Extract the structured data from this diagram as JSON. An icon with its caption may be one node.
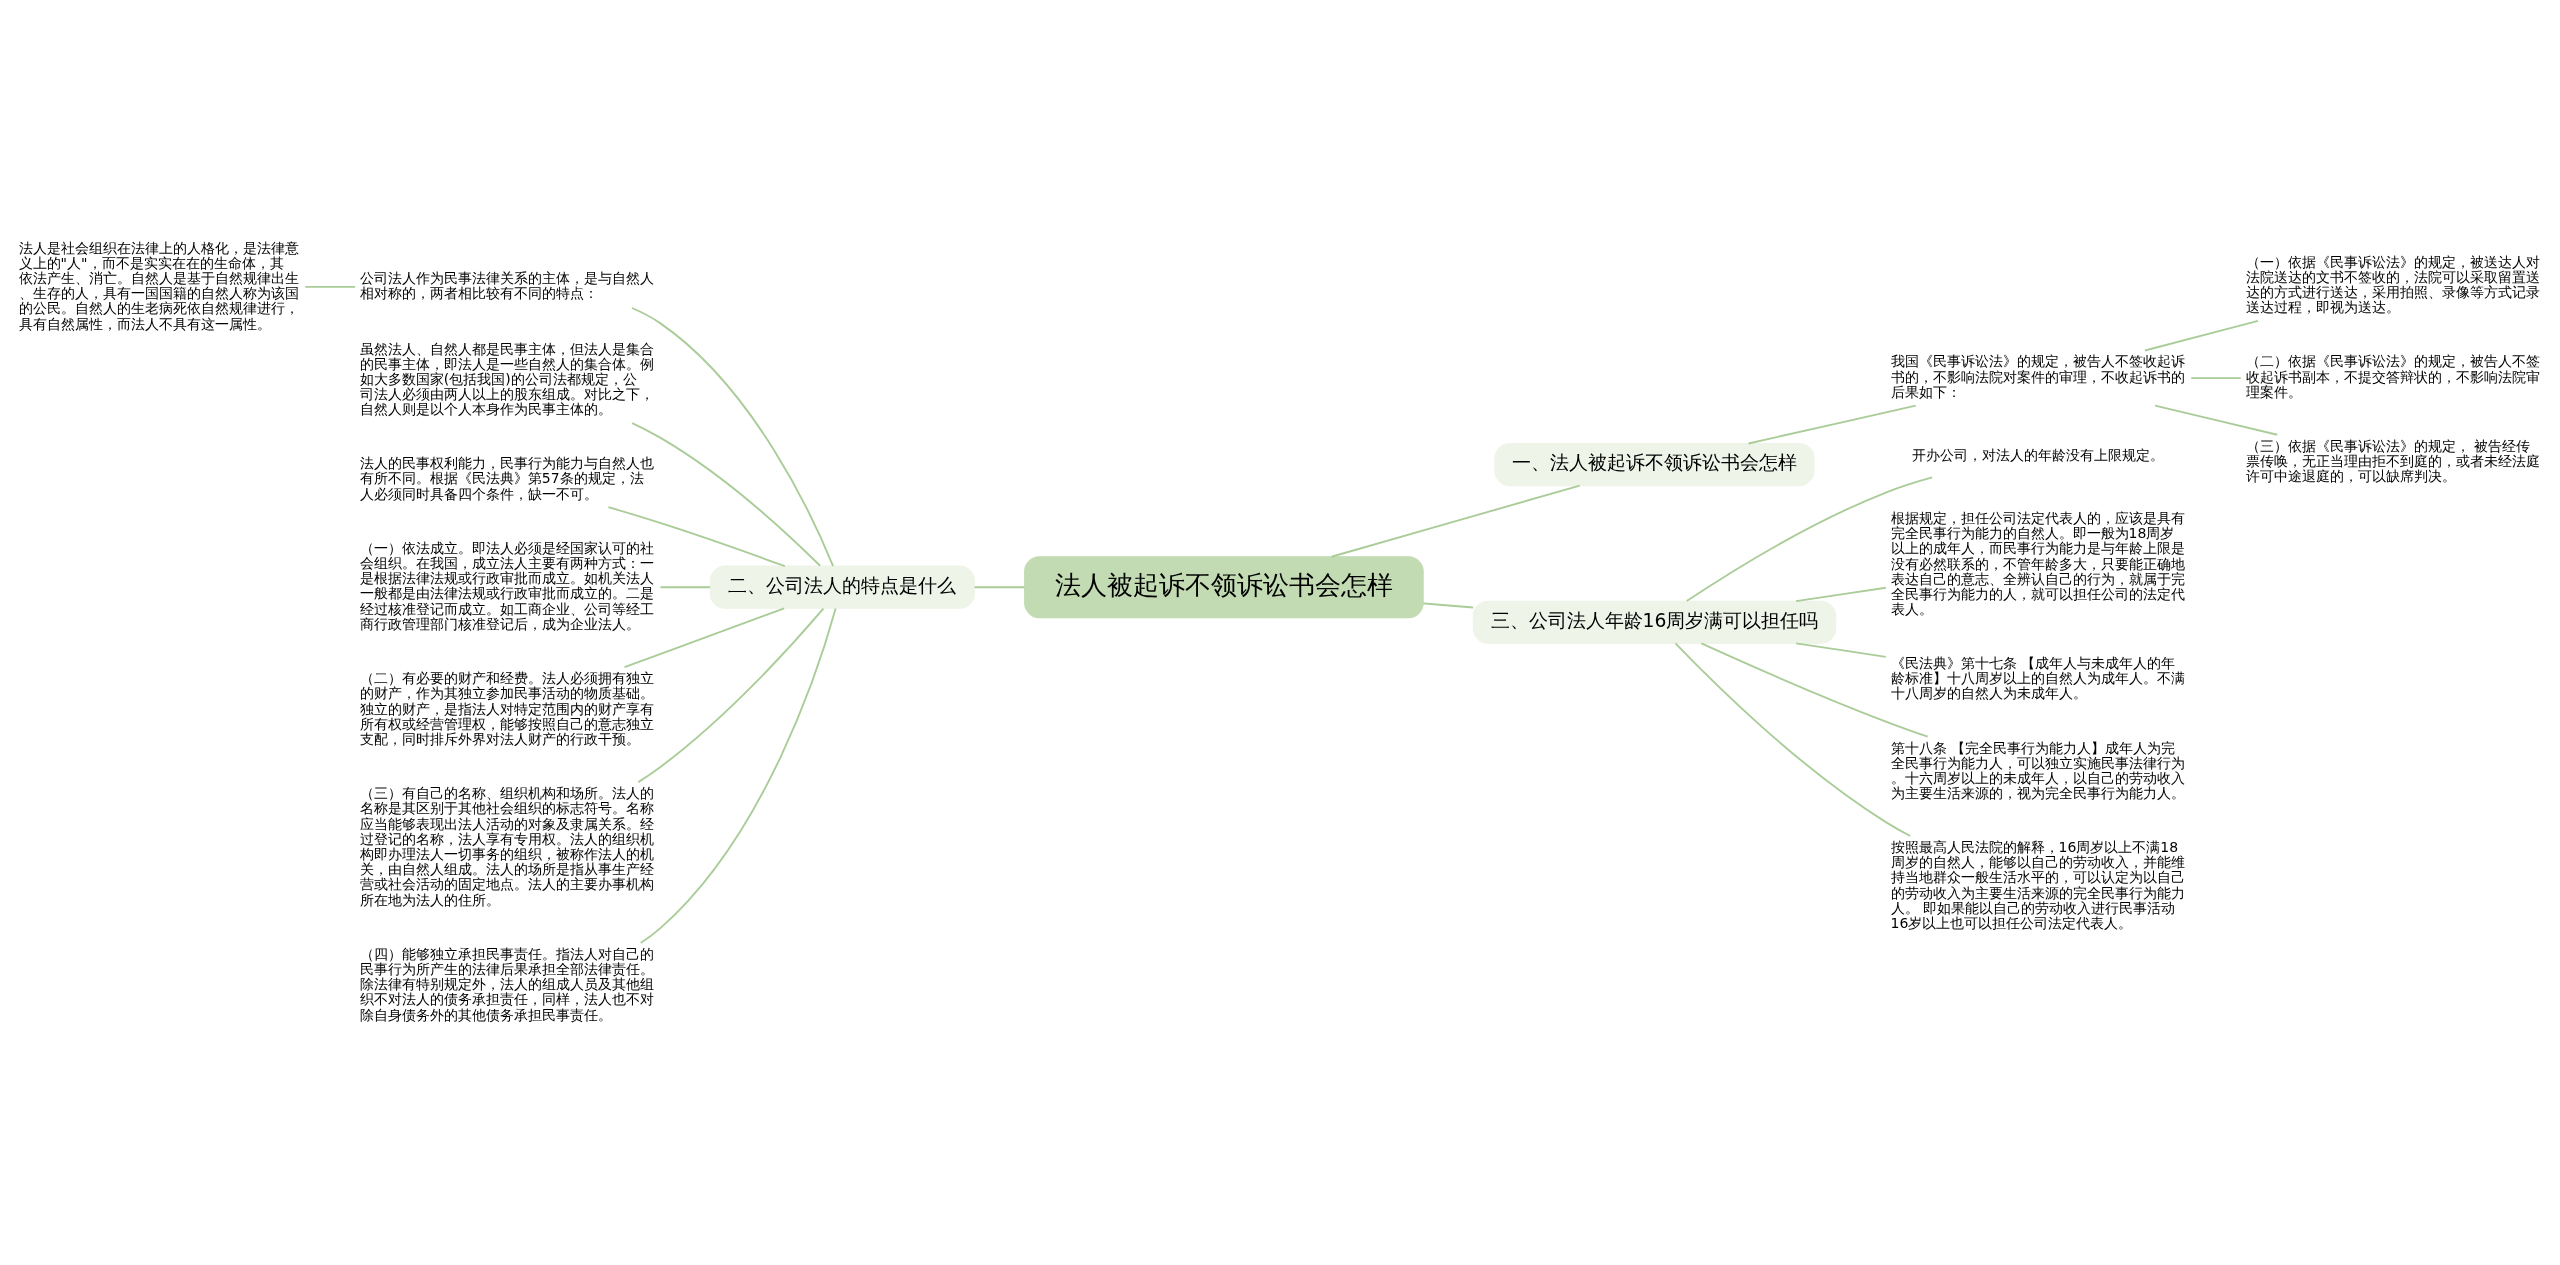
{
  "diagram": {
    "nodes": [
      {
        "text": [
          "法人被起诉不领诉讼书会怎样"
        ]
      },
      {
        "text": [
          "一、法人被起诉不领诉讼书会怎样"
        ]
      },
      {
        "text": [
          "我国《民事诉讼法》的规定，被告人不签收起诉书的，不影响法院对案件的审理，不收起诉书的后果如下："
        ]
      },
      {
        "text": [
          "（一）依据《民事诉讼法》的规定，被送达人对法院送达的文书不签收的，法院可以采取留置送达的方式进行送达，采用拍照、录像等方式记录送达过程，即视为送达。"
        ]
      },
      {
        "text": [
          "（二）依据《民事诉讼法》的规定，被告人不签收起诉书副本，不提交答辩状的，不影响法院审理案件。"
        ]
      },
      {
        "text": [
          "（三）依据《民事诉讼法》的规定， 被告经传票传唤，无正当理由拒不到庭的，或者未经法庭许可中途退庭的，可以缺席判决。"
        ]
      },
      {
        "text": [
          "二、公司法人的特点是什么"
        ]
      },
      {
        "text": [
          "公司法人作为民事法律关系的主体，是与自然人相对称的，两者相比较有不同的特点："
        ]
      },
      {
        "text": [
          "法人是社会组织在法律上的人格化，是法律意义上的\"人\"，而不是实实在在的生命体，其依法产生、消亡。自然人是基于自然规律出生、生存的人，具有一国国籍的自然人称为该国的公民。自然人的生老病死依自然规律进行，具有自然属性，而法人不具有这一属性。"
        ]
      },
      {
        "text": [
          "虽然法人、自然人都是民事主体，但法人是集合的民事主体，即法人是一些自然人的集合体。例如大多数国家(包括我国)的公司法都规定，公司法人必须由两人以上的股东组成。对比之下，自然人则是以个人本身作为民事主体的。"
        ]
      },
      {
        "text": [
          "法人的民事权利能力，民事行为能力与自然人也有所不同。根据《民法典》第57条的规定，法人必须同时具备四个条件，缺一不可。"
        ]
      },
      {
        "text": [
          "（一）依法成立。即法人必须是经国家认可的社会组织。在我国，成立法人主要有两种方式：一是根据法律法规或行政审批而成立。如机关法人一般都是由法律法规或行政审批而成立的。二是经过核准登记而成立。如工商企业、公司等经工商行政管理部门核准登记后，成为企业法人。"
        ]
      },
      {
        "text": [
          "（二）有必要的财产和经费。法人必须拥有独立的财产，作为其独立参加民事活动的物质基础。独立的财产，是指法人对特定范围内的财产享有所有权或经营管理权，能够按照自己的意志独立支配，同时排斥外界对法人财产的行政干预。"
        ]
      },
      {
        "text": [
          "（三）有自己的名称、组织机构和场所。法人的名称是其区别于其他社会组织的标志符号。名称应当能够表现出法人活动的对象及隶属关系。经过登记的名称，法人享有专用权。法人的组织机构即办理法人一切事务的组织，被称作法人的机关，由自然人组成。法人的场所是指从事生产经营或社会活动的固定地点。法人的主要办事机构所在地为法人的住所。"
        ]
      },
      {
        "text": [
          "（四）能够独立承担民事责任。指法人对自己的民事行为所产生的法律后果承担全部法律责任。除法律有特别规定外，法人的组成人员及其他组织不对法人的债务承担责任，同样，法人也不对除自身债务外的其他债务承担民事责任。"
        ]
      },
      {
        "text": [
          "三、公司法人年龄16周岁满可以担任吗"
        ]
      },
      {
        "text": [
          "开办公司，对法人的年龄没有上限规定。"
        ]
      },
      {
        "text": [
          "根据规定，担任公司法定代表人的，应该是具有完全民事行为能力的自然人。即一般为18周岁以上的成年人，而民事行为能力是与年龄上限是没有必然联系的，不管年龄多大，只要能正确地表达自己的意志、全辨认自己的行为，就属于完全民事行为能力的人，就可以担任公司的法定代表人。"
        ]
      },
      {
        "text": [
          "《民法典》第十七条 【成年人与未成年人的年龄标准】十八周岁以上的自然人为成年人。不满十八周岁的自然人为未成年人。"
        ]
      },
      {
        "text": [
          "第十八条 【完全民事行为能力人】成年人为完全民事行为能力人，可以独立实施民事法律行为。十六周岁以上的未成年人，以自己的劳动收入为主要生活来源的，视为完全民事行为能力人。"
        ]
      },
      {
        "text": [
          "按照最高人民法院的解释，16周岁以上不满18周岁的自然人，能够以自己的劳动收入，并能维持当地群众一般生活水平的，可以认定为以自己的劳动收入为主要生活来源的完全民事行为能力人。 即如果能以自己的劳动收入进行民事活动 16岁以上也可以担任公司法定代表人。"
        ]
      }
    ],
    "edges": [
      {
        "from": 0,
        "to": 1,
        "arrow": "none"
      },
      {
        "from": 1,
        "to": 2,
        "arrow": "none"
      },
      {
        "from": 2,
        "to": 3,
        "arrow": "none"
      },
      {
        "from": 2,
        "to": 4,
        "arrow": "none"
      },
      {
        "from": 2,
        "to": 5,
        "arrow": "none"
      },
      {
        "from": 0,
        "to": 6,
        "arrow": "none"
      },
      {
        "from": 6,
        "to": 7,
        "arrow": "none"
      },
      {
        "from": 7,
        "to": 8,
        "arrow": "none"
      },
      {
        "from": 6,
        "to": 9,
        "arrow": "none"
      },
      {
        "from": 6,
        "to": 10,
        "arrow": "none"
      },
      {
        "from": 6,
        "to": 11,
        "arrow": "none"
      },
      {
        "from": 6,
        "to": 12,
        "arrow": "none"
      },
      {
        "from": 6,
        "to": 13,
        "arrow": "none"
      },
      {
        "from": 6,
        "to": 14,
        "arrow": "none"
      },
      {
        "from": 0,
        "to": 15,
        "arrow": "none"
      },
      {
        "from": 15,
        "to": 16,
        "arrow": "none"
      },
      {
        "from": 15,
        "to": 17,
        "arrow": "none"
      },
      {
        "from": 15,
        "to": 18,
        "arrow": "none"
      },
      {
        "from": 15,
        "to": 19,
        "arrow": "none"
      },
      {
        "from": 15,
        "to": 20,
        "arrow": "none"
      }
    ]
  }
}
